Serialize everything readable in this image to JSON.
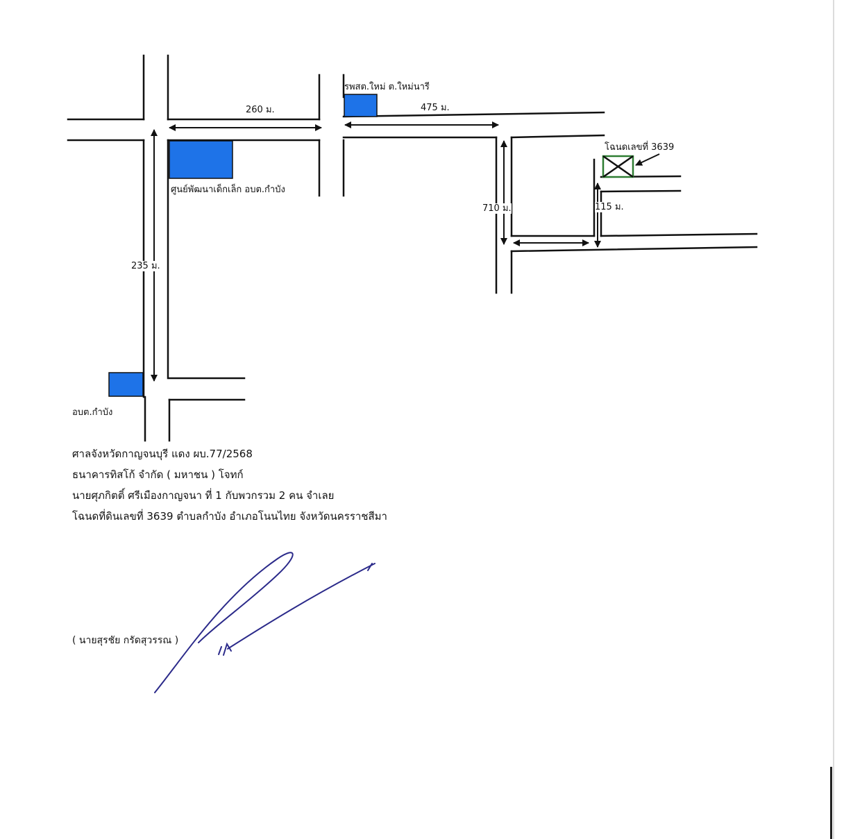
{
  "colors": {
    "building": "#1e73e8",
    "road": "#111111",
    "signature_ink": "#2b2a8a",
    "marker": "#2e7d32"
  },
  "map": {
    "labels": {
      "hospital": "รพสต.ใหม่ ต.ใหม่นารี",
      "child_center": "ศูนย์พัฒนาเด็กเล็ก อบต.กำบัง",
      "tao_office": "อบต.กำบัง",
      "deed": "โฉนดเลขที่ 3639"
    },
    "distances": {
      "d260": "260 ม.",
      "d475": "475 ม.",
      "d235": "235 ม.",
      "d710": "710 ม.",
      "d115": "115 ม."
    },
    "marker_icon": "crossed-box-icon"
  },
  "case_info": {
    "line1": "ศาลจังหวัดกาญจนบุรี แดง ผบ.77/2568",
    "line2": "ธนาคารทิสโก้ จำกัด ( มหาชน )  โจทก์",
    "line3": "นายศุภกิตติ์ ศรีเมืองกาญจนา ที่ 1 กับพวกรวม 2 คน จำเลย",
    "line4": "โฉนดที่ดินเลขที่ 3639 ตำบลกำบัง อำเภอโนนไทย จังหวัดนครราชสีมา"
  },
  "signature": {
    "name": "( นายสุรชัย กรัดสุวรรณ )"
  }
}
